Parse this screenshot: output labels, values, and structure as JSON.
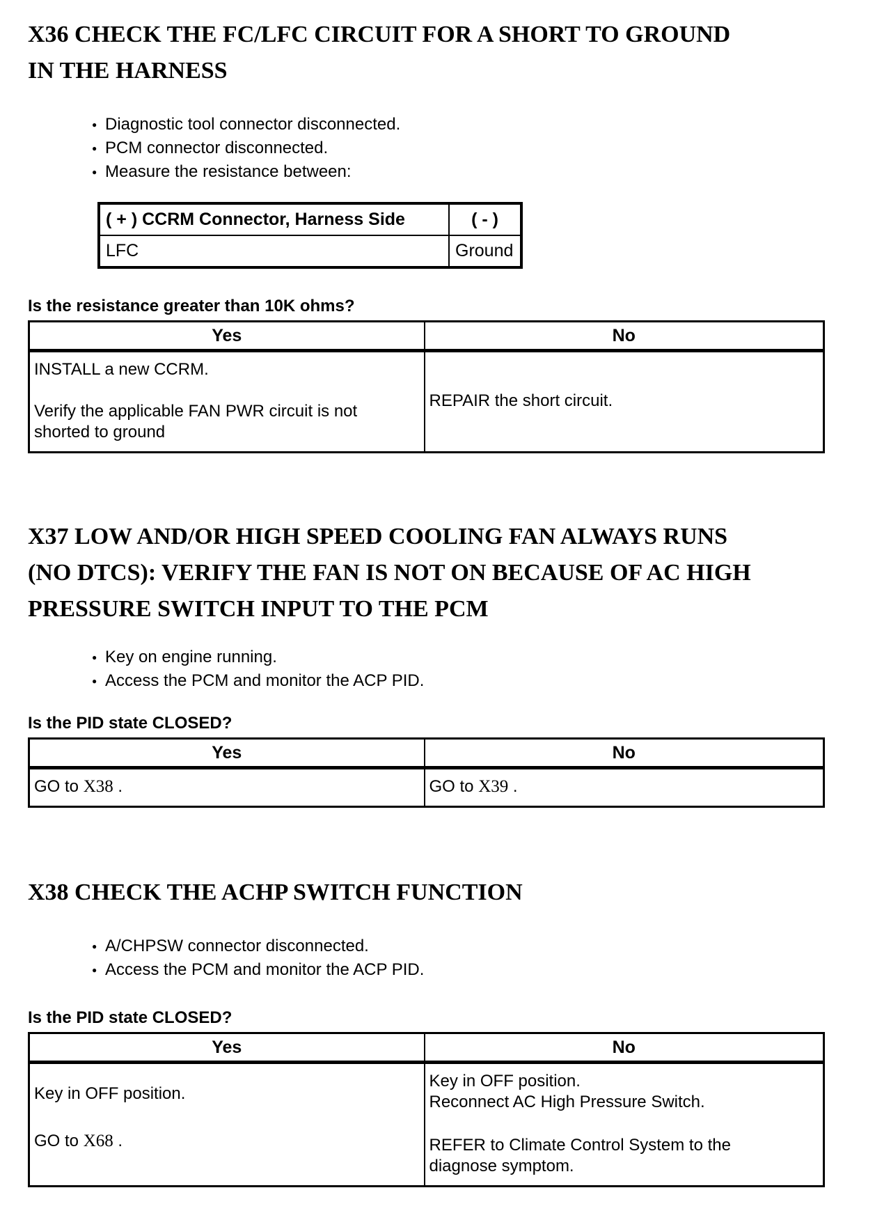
{
  "page": {
    "background": "#ffffff",
    "text_color": "#000000"
  },
  "sections": [
    {
      "id": "X36",
      "heading_lines": [
        "X36 CHECK THE FC/LFC CIRCUIT FOR A SHORT TO GROUND",
        "IN THE HARNESS"
      ],
      "bullets": [
        "Diagnostic tool connector disconnected.",
        "PCM connector disconnected.",
        "Measure the resistance between:"
      ],
      "spec_table": {
        "col1_header": "( + ) CCRM Connector, Harness Side",
        "col2_header": "( - )",
        "col1_value": "LFC",
        "col2_value": "Ground"
      },
      "question": "Is the resistance greater than 10K ohms?",
      "decision": {
        "yes_header": "Yes",
        "no_header": "No",
        "yes_para1": "INSTALL a new CCRM.",
        "yes_para2_line1": "Verify the applicable FAN PWR circuit is not",
        "yes_para2_line2": "shorted to ground",
        "no_text": "REPAIR the short circuit."
      }
    },
    {
      "id": "X37",
      "heading_lines": [
        "X37 LOW AND/OR HIGH SPEED COOLING FAN ALWAYS RUNS",
        "(NO DTCS): VERIFY THE FAN IS NOT ON BECAUSE OF AC HIGH",
        "PRESSURE SWITCH INPUT TO THE PCM"
      ],
      "bullets": [
        "Key on engine running.",
        "Access the PCM and monitor the ACP PID."
      ],
      "question": "Is the PID state CLOSED?",
      "decision": {
        "yes_header": "Yes",
        "no_header": "No",
        "yes_go_prefix": "GO to ",
        "yes_go_ref": "X38",
        "yes_go_suffix": " .",
        "no_go_prefix": "GO to ",
        "no_go_ref": "X39",
        "no_go_suffix": " ."
      }
    },
    {
      "id": "X38",
      "heading_lines": [
        "X38 CHECK THE ACHP SWITCH FUNCTION"
      ],
      "bullets": [
        "A/CHPSW connector disconnected.",
        "Access the PCM and monitor the ACP PID."
      ],
      "question": "Is the PID state CLOSED?",
      "decision": {
        "yes_header": "Yes",
        "no_header": "No",
        "yes_para1": "Key in OFF position.",
        "yes_go_prefix": "GO to ",
        "yes_go_ref": "X68",
        "yes_go_suffix": " .",
        "no_para1_line1": "Key in OFF position.",
        "no_para1_line2": "Reconnect AC High Pressure Switch.",
        "no_para2_line1": "REFER to Climate Control System to the",
        "no_para2_line2": "diagnose symptom."
      }
    }
  ]
}
